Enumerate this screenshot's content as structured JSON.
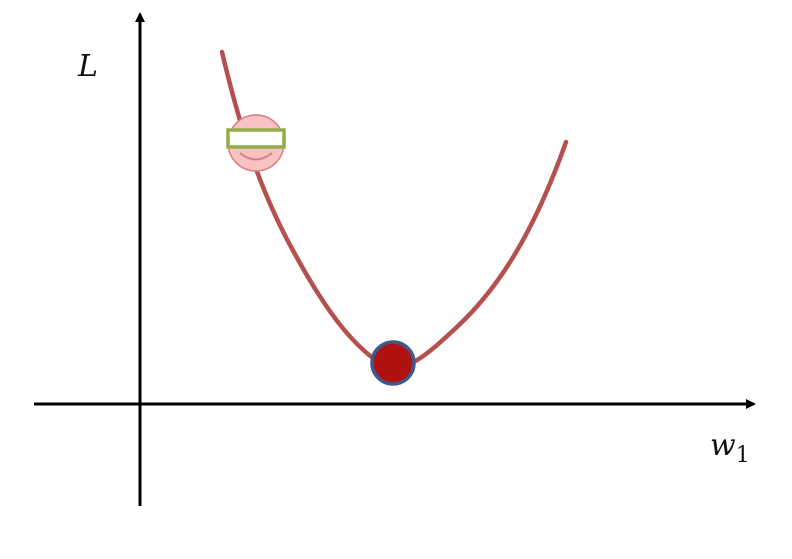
{
  "labels": {
    "y_axis": "L",
    "x_axis_letter": "w",
    "x_axis_subscript": "1"
  },
  "colors": {
    "axis": "#000000",
    "curve": "#b5504f",
    "ball_fill": "#f6c2c2",
    "ball_stroke": "#d97f7f",
    "band_stroke": "#93ad48",
    "band_fill": "#ffffff",
    "minimum_fill": "#b01212",
    "minimum_stroke": "#3d5a8a"
  },
  "icons": {
    "ball": "smiling-ball-with-green-band-icon",
    "minimum": "minimum-point-icon"
  }
}
